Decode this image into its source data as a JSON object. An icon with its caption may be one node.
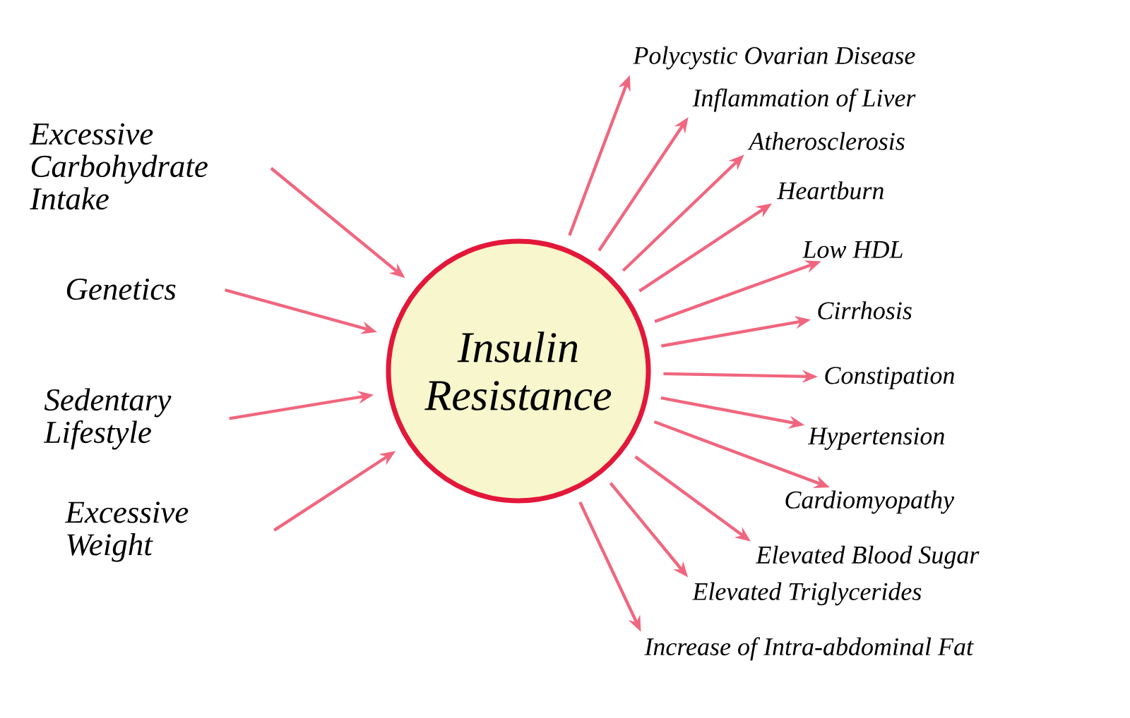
{
  "diagram": {
    "nodes": [
      {
        "text": [
          "Insulin Resistance"
        ]
      },
      {
        "text": [
          "Excessive Carbohydrate Intake"
        ]
      },
      {
        "text": [
          "Genetics"
        ]
      },
      {
        "text": [
          "Sedentary Lifestyle"
        ]
      },
      {
        "text": [
          "Excessive Weight"
        ]
      },
      {
        "text": [
          "Polycystic Ovarian Disease"
        ]
      },
      {
        "text": [
          "Inflammation of Liver"
        ]
      },
      {
        "text": [
          "Atherosclerosis"
        ]
      },
      {
        "text": [
          "Heartburn"
        ]
      },
      {
        "text": [
          "Low HDL"
        ]
      },
      {
        "text": [
          "Cirrhosis"
        ]
      },
      {
        "text": [
          "Constipation"
        ]
      },
      {
        "text": [
          "Hypertension"
        ]
      },
      {
        "text": [
          "Cardiomyopathy"
        ]
      },
      {
        "text": [
          "Elevated Blood Sugar"
        ]
      },
      {
        "text": [
          "Elevated Triglycerides"
        ]
      },
      {
        "text": [
          "Increase of Intra-abdominal Fat"
        ]
      }
    ],
    "edges": [
      {
        "from": 1,
        "to": 0,
        "arrow": "to"
      },
      {
        "from": 2,
        "to": 0,
        "arrow": "to"
      },
      {
        "from": 3,
        "to": 0,
        "arrow": "to"
      },
      {
        "from": 4,
        "to": 0,
        "arrow": "to"
      },
      {
        "from": 0,
        "to": 5,
        "arrow": "to"
      },
      {
        "from": 0,
        "to": 6,
        "arrow": "to"
      },
      {
        "from": 0,
        "to": 7,
        "arrow": "to"
      },
      {
        "from": 0,
        "to": 8,
        "arrow": "to"
      },
      {
        "from": 0,
        "to": 9,
        "arrow": "to"
      },
      {
        "from": 0,
        "to": 10,
        "arrow": "to"
      },
      {
        "from": 0,
        "to": 11,
        "arrow": "to"
      },
      {
        "from": 0,
        "to": 12,
        "arrow": "to"
      },
      {
        "from": 0,
        "to": 13,
        "arrow": "to"
      },
      {
        "from": 0,
        "to": 14,
        "arrow": "to"
      },
      {
        "from": 0,
        "to": 15,
        "arrow": "to"
      },
      {
        "from": 0,
        "to": 16,
        "arrow": "to"
      }
    ]
  }
}
